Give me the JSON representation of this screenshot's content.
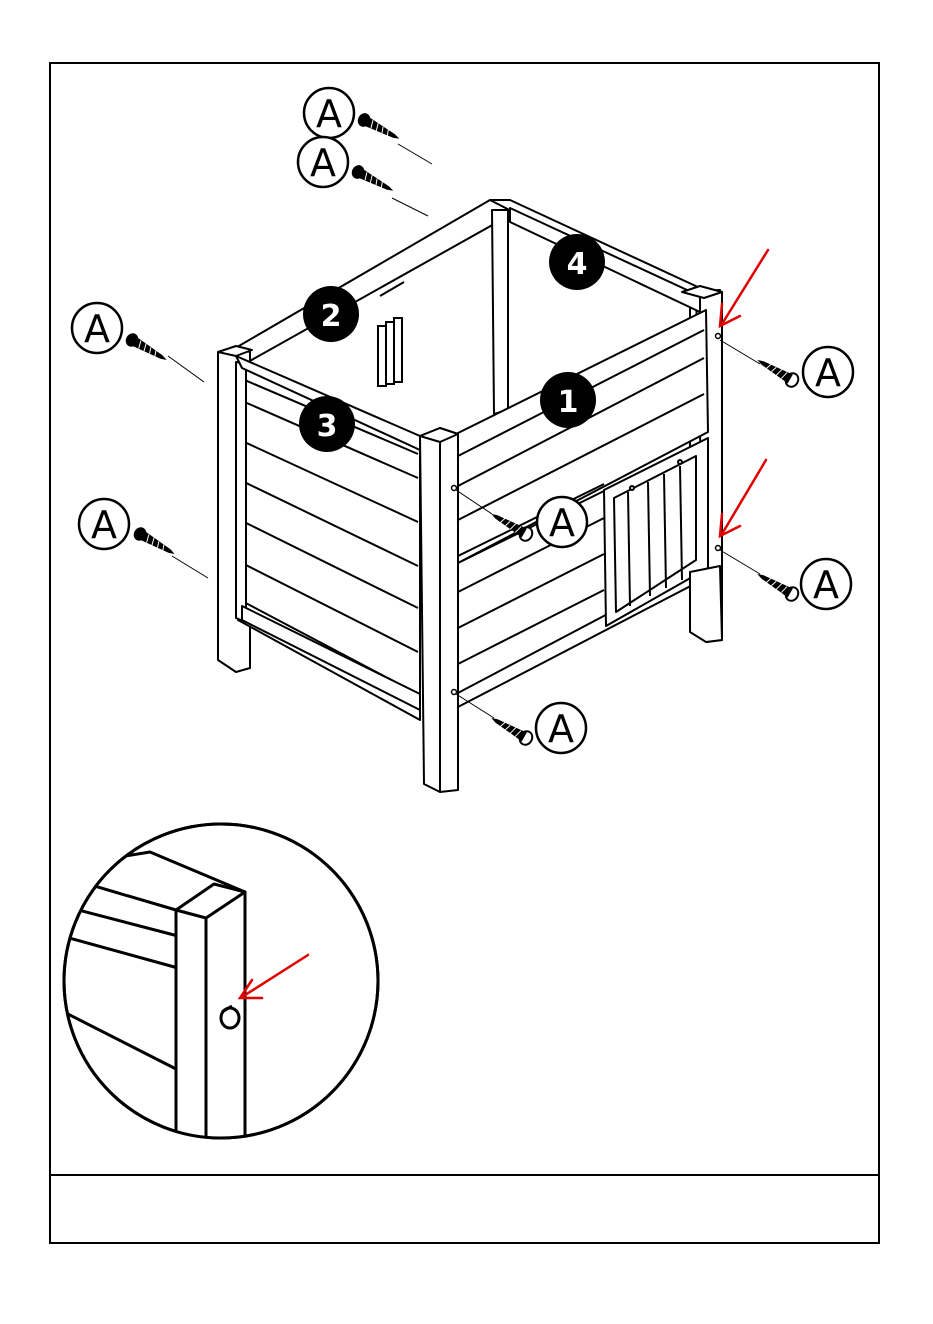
{
  "labels": {
    "hardware": "A",
    "panel_1": "1",
    "panel_2": "2",
    "panel_3": "3",
    "panel_4": "4"
  },
  "colors": {
    "line": "#000000",
    "arrow": "#e00000",
    "fill": "#ffffff"
  },
  "icons": [
    "screw-icon",
    "red-arrow-icon",
    "magnifier-detail"
  ]
}
